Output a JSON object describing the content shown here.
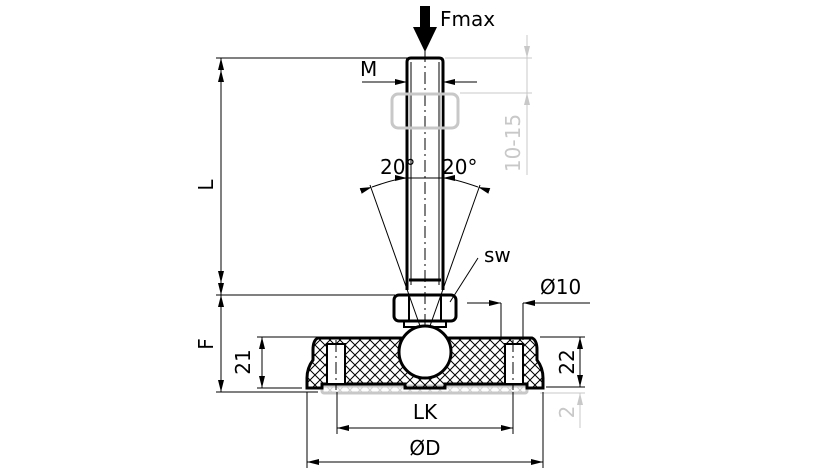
{
  "labels": {
    "force": "Fmax",
    "thread": "M",
    "length": "L",
    "nut_adjust": "10-15",
    "angle_left": "20°",
    "angle_right": "20°",
    "wrench_size": "sw",
    "hole_diameter": "Ø10",
    "foot_height": "F",
    "base_height_left": "21",
    "base_height_right": "22",
    "pad_thickness": "2",
    "bolt_circle": "LK",
    "diameter": "ØD"
  },
  "colors": {
    "line": "#000000",
    "optional": "#c8c8c8"
  }
}
